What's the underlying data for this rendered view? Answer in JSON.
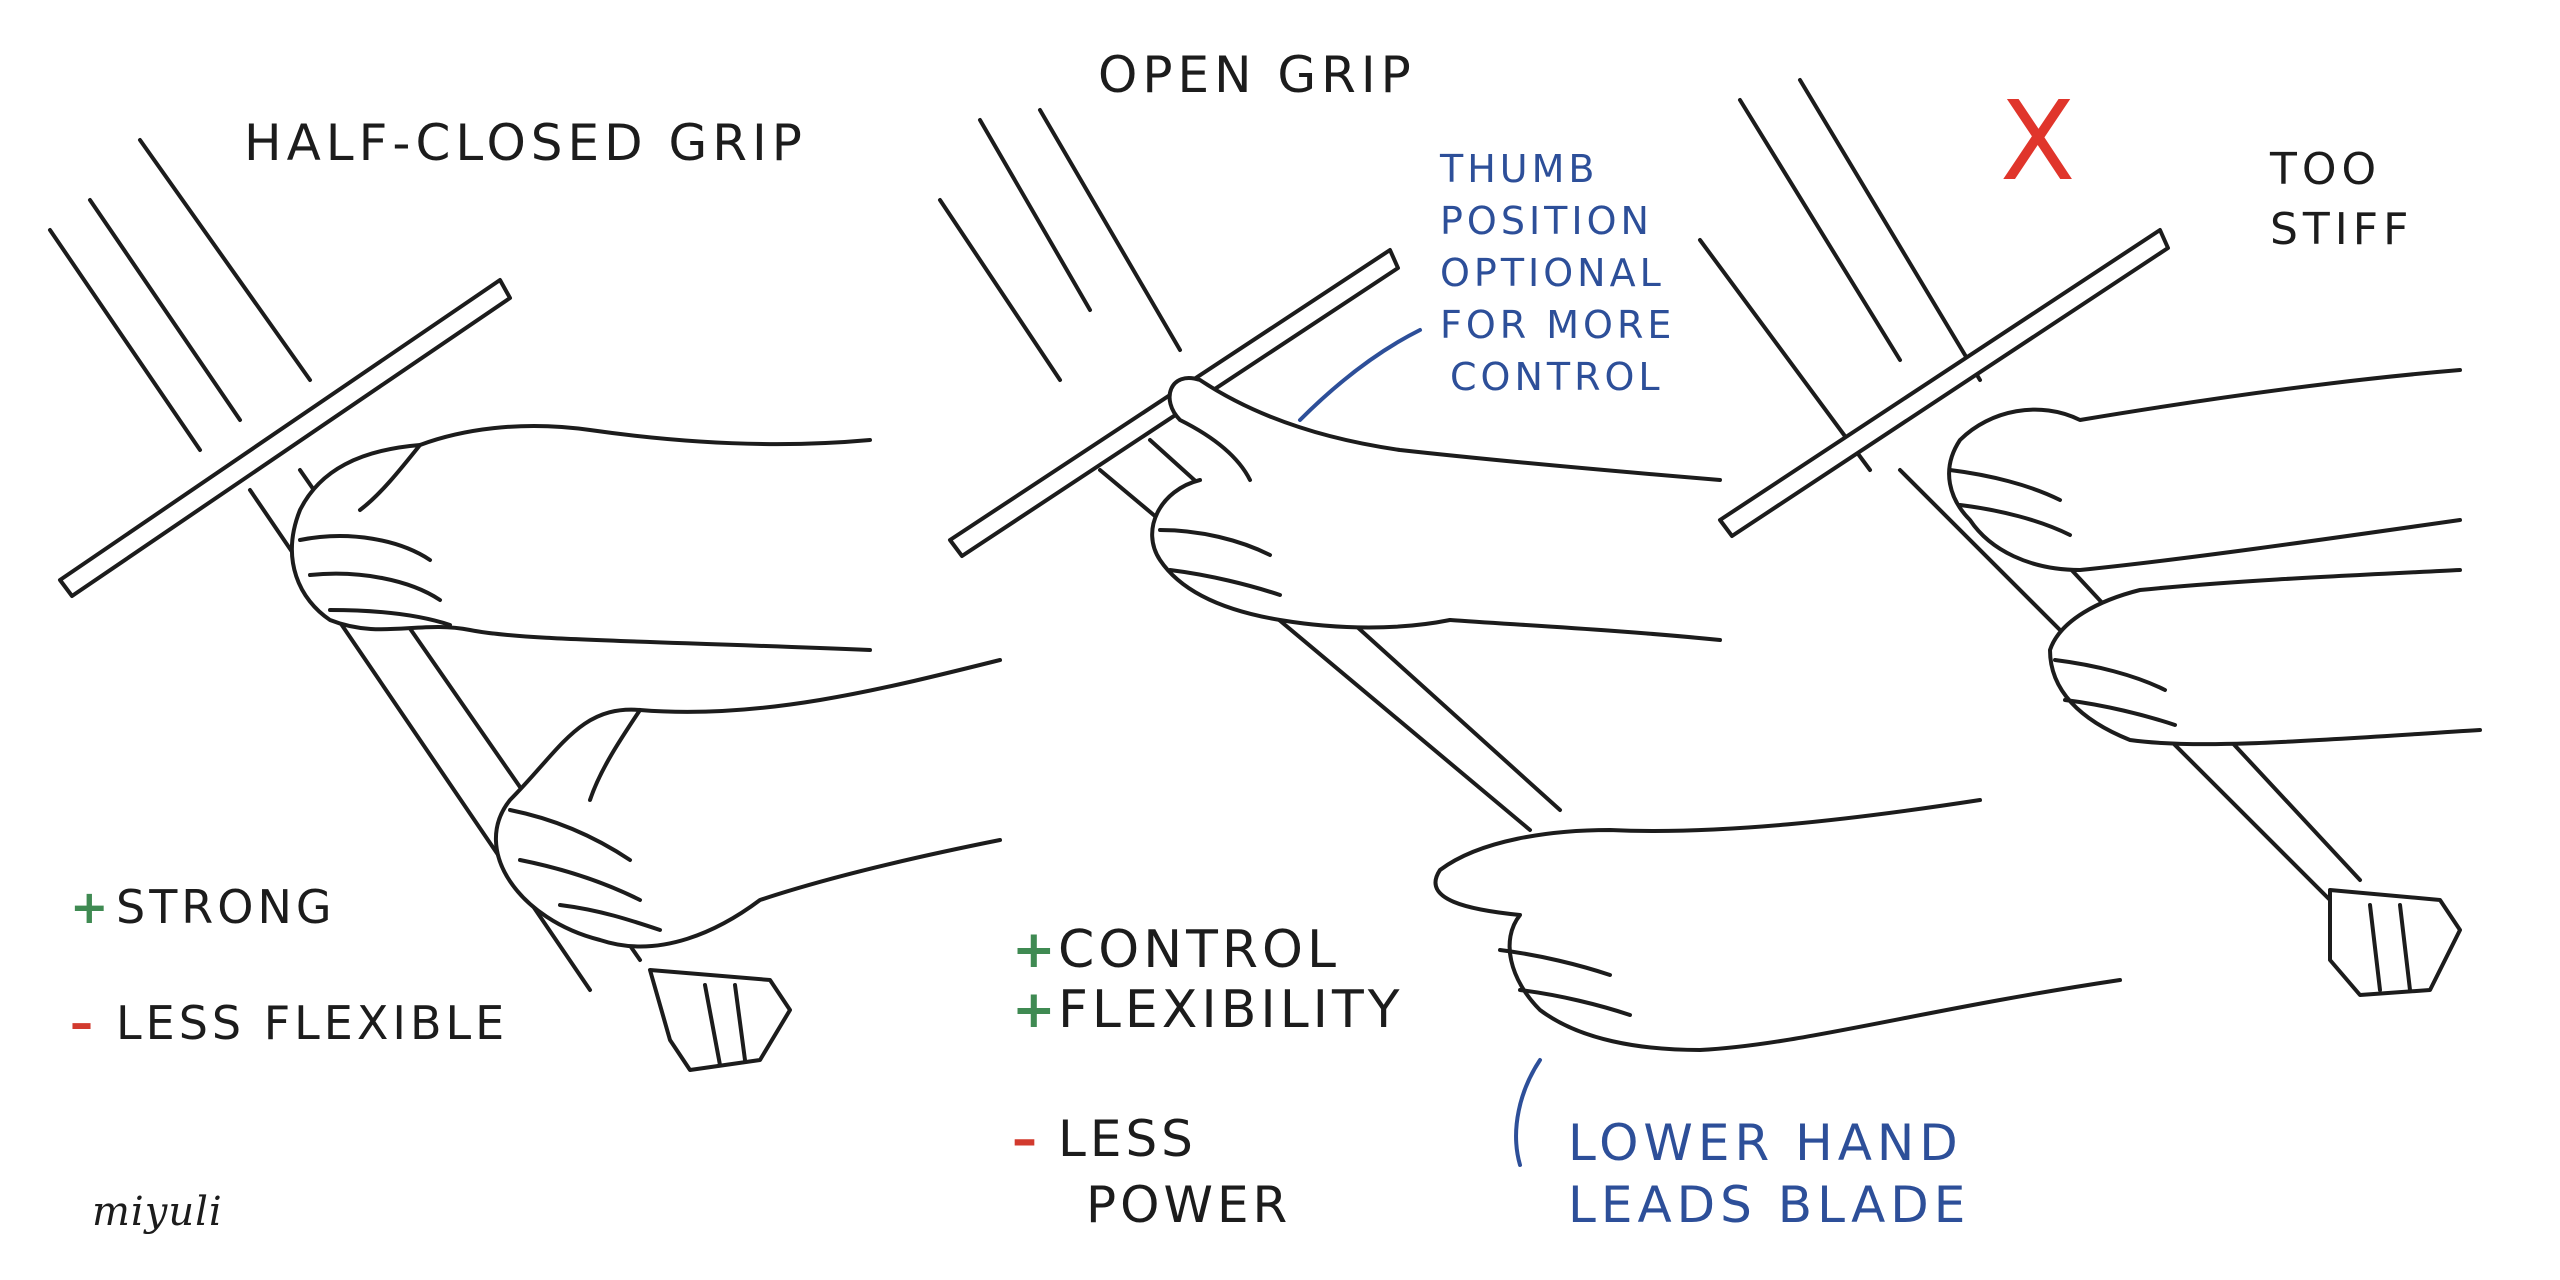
{
  "panels": {
    "half_closed": {
      "title": "HALF-CLOSED GRIP",
      "pros": [
        {
          "sign": "+",
          "text": "STRONG"
        }
      ],
      "cons": [
        {
          "sign": "–",
          "text": "LESS FLEXIBLE"
        }
      ]
    },
    "open": {
      "title": "OPEN GRIP",
      "thumb_note": [
        "THUMB",
        "POSITION",
        "OPTIONAL",
        "FOR MORE",
        "CONTROL"
      ],
      "pros": [
        {
          "sign": "+",
          "text": "CONTROL"
        },
        {
          "sign": "+",
          "text": "FLEXIBILITY"
        }
      ],
      "cons": [
        {
          "sign": "–",
          "text": "LESS"
        }
      ],
      "cons_cont": "POWER",
      "hand_note": [
        "LOWER HAND",
        "LEADS BLADE"
      ]
    },
    "too_stiff": {
      "mark": "X",
      "title_lines": [
        "TOO",
        "STIFF"
      ]
    }
  },
  "signature": "miyuli",
  "colors": {
    "ink": "#1c1c1c",
    "plus": "#3f8a52",
    "minus": "#d23a2e",
    "note": "#2d4f99",
    "cross": "#e0352b"
  }
}
